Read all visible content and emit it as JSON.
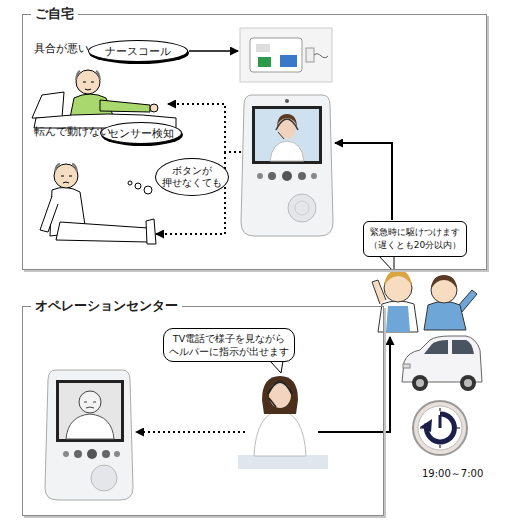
{
  "diagram": {
    "nodes": [
      {
        "text": [
          "ご自宅"
        ]
      },
      {
        "text": [
          "ナースコール"
        ],
        "in": 0
      },
      {
        "text": [
          "センサー検知"
        ],
        "in": 0
      },
      {
        "text": [
          "ボタンが 押せなくても"
        ],
        "in": 0
      },
      {
        "text": [
          "オペレーションセンター"
        ]
      },
      {
        "text": [
          "TV電話で様子を見ながら ヘルパーに指示が出せます"
        ],
        "in": 4
      },
      {
        "text": [
          "緊急時に駆けつけます （遅くとも20分以内）"
        ],
        "in": 0
      }
    ],
    "labels": [
      "具合が悪い",
      "転んで動けない",
      "19:00～7:00"
    ]
  }
}
